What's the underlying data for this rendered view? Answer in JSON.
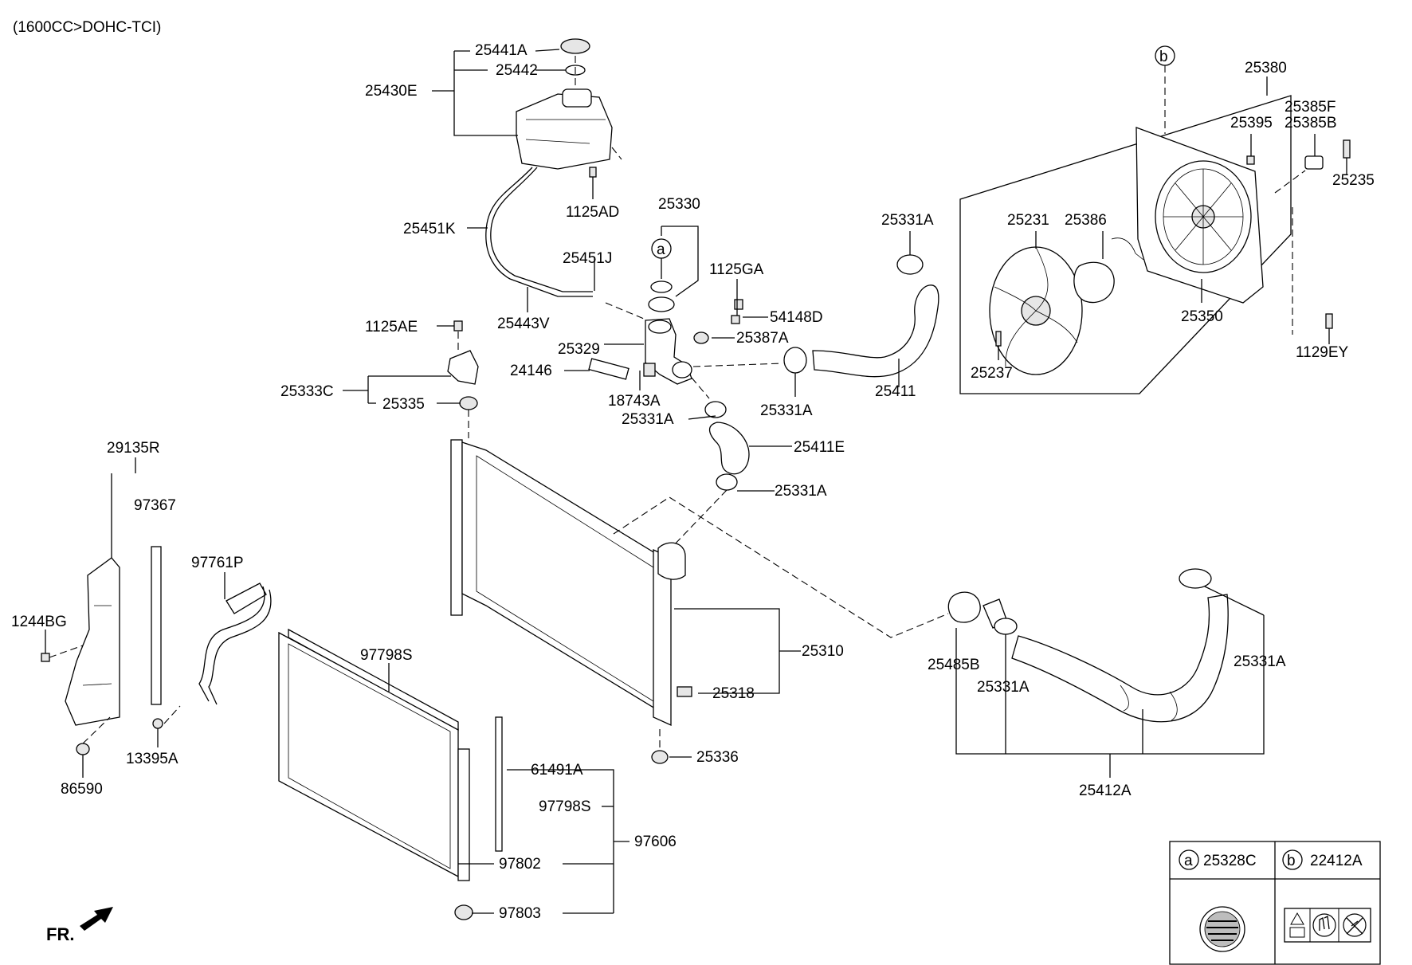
{
  "header": {
    "engine_spec": "(1600CC>DOHC-TCI)"
  },
  "direction_label": "FR.",
  "callouts": {
    "a": "a",
    "b": "b"
  },
  "labels": [
    {
      "id": "25441A",
      "text": "25441A"
    },
    {
      "id": "25442",
      "text": "25442"
    },
    {
      "id": "25430E",
      "text": "25430E"
    },
    {
      "id": "1125AD",
      "text": "1125AD"
    },
    {
      "id": "25451K",
      "text": "25451K"
    },
    {
      "id": "25330",
      "text": "25330"
    },
    {
      "id": "25451J",
      "text": "25451J"
    },
    {
      "id": "1125GA",
      "text": "1125GA"
    },
    {
      "id": "25443V",
      "text": "25443V"
    },
    {
      "id": "54148D",
      "text": "54148D"
    },
    {
      "id": "1125AE",
      "text": "1125AE"
    },
    {
      "id": "25329",
      "text": "25329"
    },
    {
      "id": "25387A",
      "text": "25387A"
    },
    {
      "id": "24146",
      "text": "24146"
    },
    {
      "id": "18743A",
      "text": "18743A"
    },
    {
      "id": "25333C",
      "text": "25333C"
    },
    {
      "id": "25335",
      "text": "25335"
    },
    {
      "id": "25331A_1",
      "text": "25331A"
    },
    {
      "id": "25331A_2",
      "text": "25331A"
    },
    {
      "id": "25331A_3",
      "text": "25331A"
    },
    {
      "id": "25331A_4",
      "text": "25331A"
    },
    {
      "id": "25331A_5",
      "text": "25331A"
    },
    {
      "id": "25331A_6",
      "text": "25331A"
    },
    {
      "id": "25411",
      "text": "25411"
    },
    {
      "id": "25411E",
      "text": "25411E"
    },
    {
      "id": "25380",
      "text": "25380"
    },
    {
      "id": "25385F",
      "text": "25385F"
    },
    {
      "id": "25385B",
      "text": "25385B"
    },
    {
      "id": "25395",
      "text": "25395"
    },
    {
      "id": "25235",
      "text": "25235"
    },
    {
      "id": "25231",
      "text": "25231"
    },
    {
      "id": "25386",
      "text": "25386"
    },
    {
      "id": "25350",
      "text": "25350"
    },
    {
      "id": "25237",
      "text": "25237"
    },
    {
      "id": "1129EY",
      "text": "1129EY"
    },
    {
      "id": "29135R",
      "text": "29135R"
    },
    {
      "id": "97367",
      "text": "97367"
    },
    {
      "id": "97761P",
      "text": "97761P"
    },
    {
      "id": "1244BG",
      "text": "1244BG"
    },
    {
      "id": "13395A",
      "text": "13395A"
    },
    {
      "id": "86590",
      "text": "86590"
    },
    {
      "id": "97798S_1",
      "text": "97798S"
    },
    {
      "id": "97798S_2",
      "text": "97798S"
    },
    {
      "id": "25310",
      "text": "25310"
    },
    {
      "id": "25318",
      "text": "25318"
    },
    {
      "id": "25336",
      "text": "25336"
    },
    {
      "id": "61491A",
      "text": "61491A"
    },
    {
      "id": "97606",
      "text": "97606"
    },
    {
      "id": "97802",
      "text": "97802"
    },
    {
      "id": "97803",
      "text": "97803"
    },
    {
      "id": "25485B",
      "text": "25485B"
    },
    {
      "id": "25412A",
      "text": "25412A"
    }
  ],
  "legend": {
    "cells": [
      {
        "letter": "a",
        "code": "25328C"
      },
      {
        "letter": "b",
        "code": "22412A"
      }
    ]
  }
}
